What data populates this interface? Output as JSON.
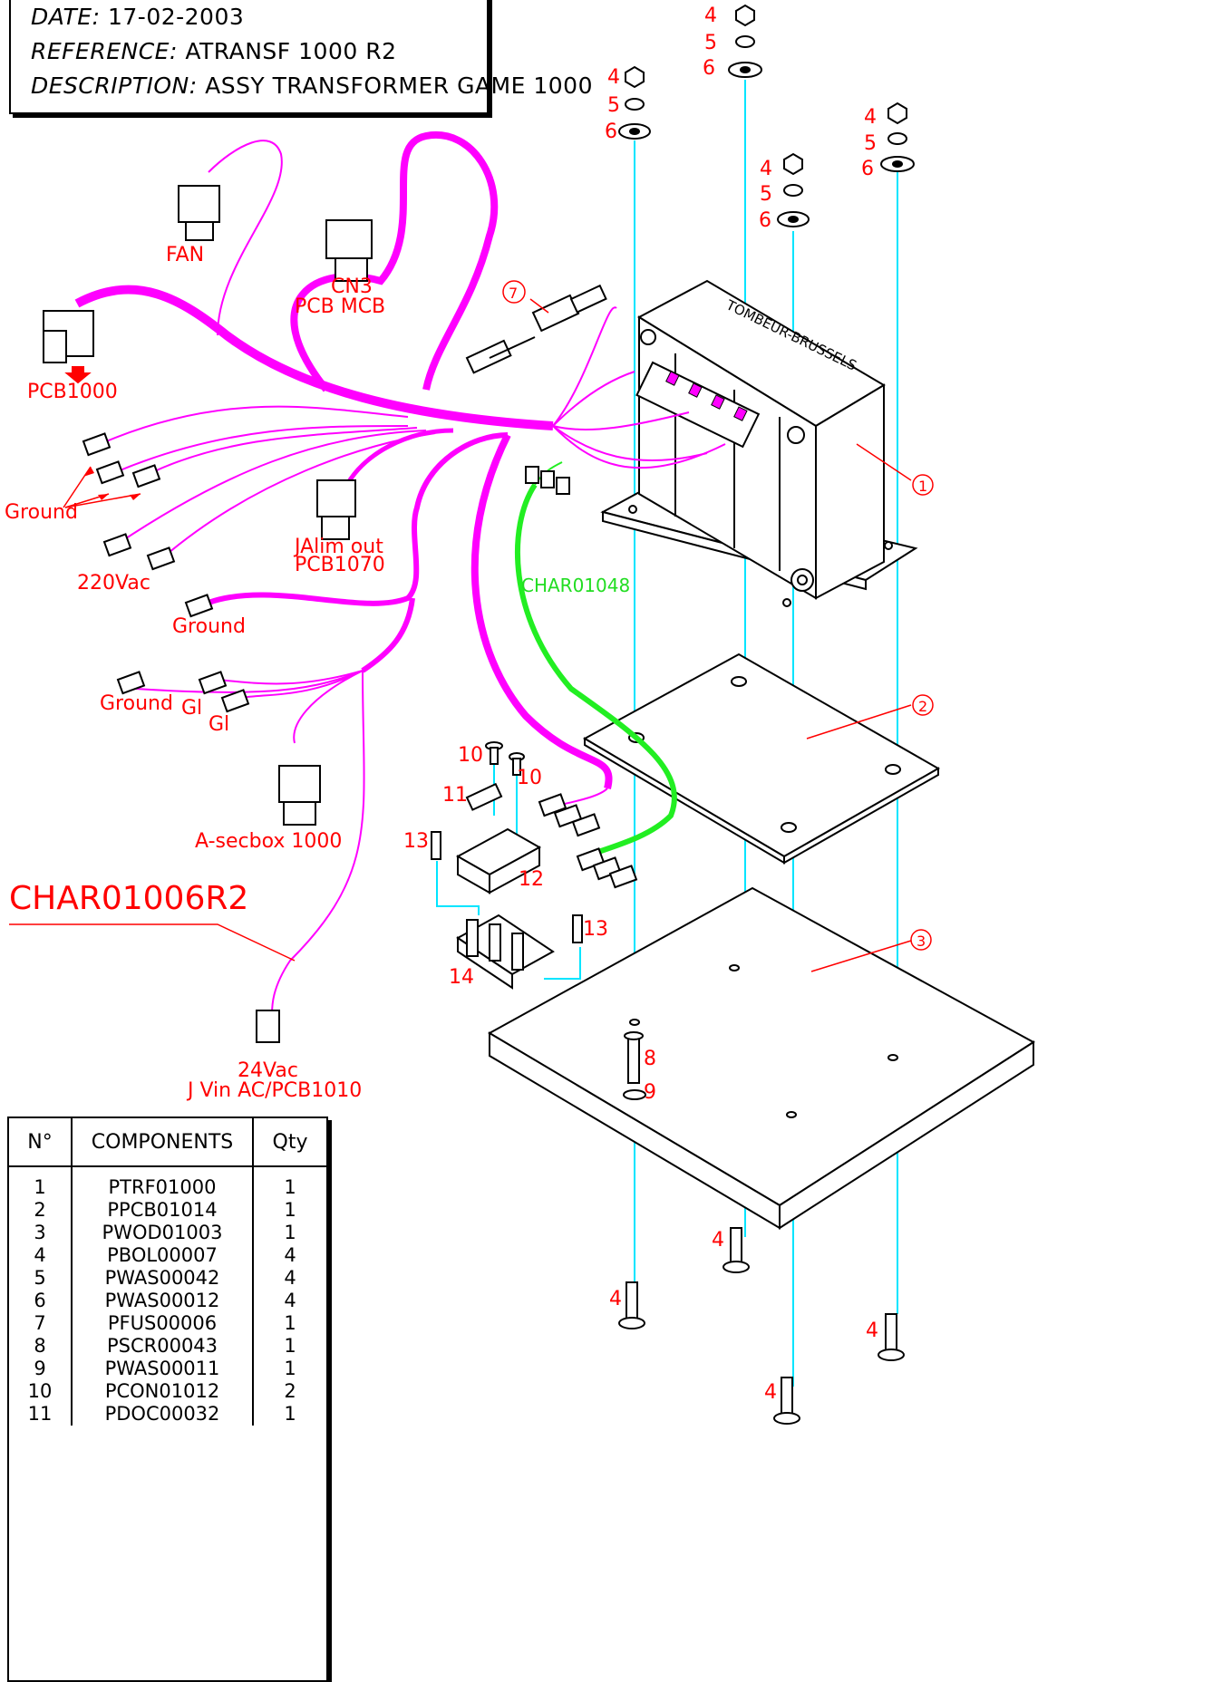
{
  "header": {
    "date_label": "DATE:",
    "date_value": "17-02-2003",
    "reference_label": "REFERENCE:",
    "reference_value": "ATRANSF 1000 R2",
    "description_label": "DESCRIPTION:",
    "description_value": "ASSY TRANSFORMER GAME 1000"
  },
  "labels": {
    "fan": "FAN",
    "cn3": "CN3",
    "pcb_mcb": "PCB MCB",
    "pcb1000": "PCB1000",
    "ground1": "Ground",
    "v220": "220Vac",
    "ground2": "Ground",
    "ground3": "Ground",
    "gl1": "Gl",
    "gl2": "Gl",
    "jalim_out": "JAlim out",
    "pcb1070": "PCB1070",
    "char01048": "CHAR01048",
    "a_secbox": "A-secbox 1000",
    "char01006r2": "CHAR01006R2",
    "v24": "24Vac",
    "j_vin": "J Vin AC/PCB1010",
    "transformer_text": "TOMBEUR-BRUSSELS"
  },
  "callouts": {
    "c4": "4",
    "c5": "5",
    "c6": "6",
    "c7": "7",
    "c8": "8",
    "c9": "9",
    "c10": "10",
    "c11": "11",
    "c12": "12",
    "c13": "13",
    "c14": "14",
    "c1": "1",
    "c2": "2",
    "c3": "3"
  },
  "colors": {
    "harness": "#ff00ff",
    "harness_green": "#22ee22",
    "leader": "#ff0000",
    "axis": "#00e5ff",
    "ink": "#000000"
  },
  "bom": {
    "headers": [
      "N°",
      "COMPONENTS",
      "Qty"
    ],
    "rows": [
      [
        "1",
        "PTRF01000",
        "1"
      ],
      [
        "2",
        "PPCB01014",
        "1"
      ],
      [
        "3",
        "PWOD01003",
        "1"
      ],
      [
        "4",
        "PBOL00007",
        "4"
      ],
      [
        "5",
        "PWAS00042",
        "4"
      ],
      [
        "6",
        "PWAS00012",
        "4"
      ],
      [
        "7",
        "PFUS00006",
        "1"
      ],
      [
        "8",
        "PSCR00043",
        "1"
      ],
      [
        "9",
        "PWAS00011",
        "1"
      ],
      [
        "10",
        "PCON01012",
        "2"
      ],
      [
        "11",
        "PDOC00032",
        "1"
      ]
    ]
  }
}
